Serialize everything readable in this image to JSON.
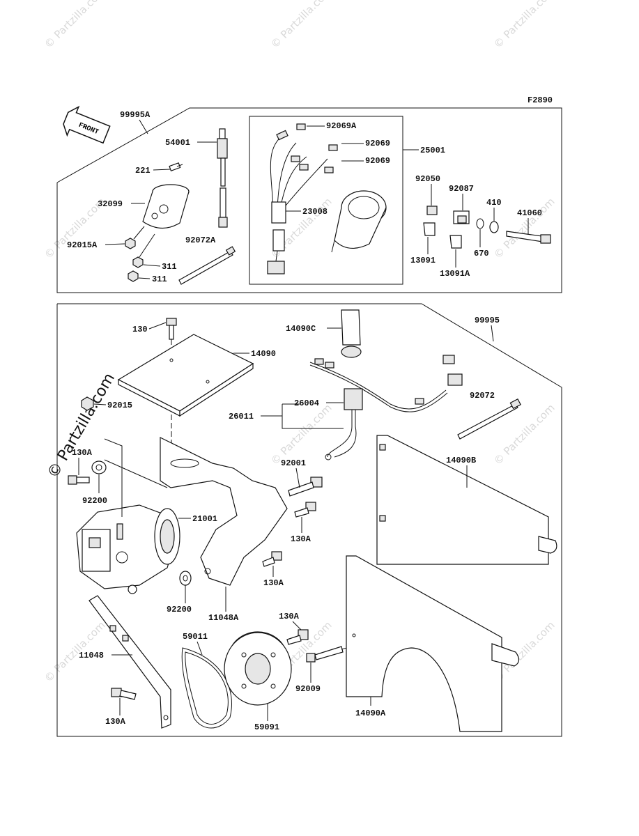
{
  "figure_code": "F2890",
  "front_label": "FRONT",
  "watermark": "© Partzilla.com",
  "groups": {
    "upper_kit": "99995A",
    "lower_kit": "99995"
  },
  "labels": {
    "p54001": "54001",
    "p221": "221",
    "p32099": "32099",
    "p92015A": "92015A",
    "p311a": "311",
    "p311b": "311",
    "p92072A": "92072A",
    "p92069A": "92069A",
    "p92069a": "92069",
    "p92069b": "92069",
    "p25001": "25001",
    "p23008": "23008",
    "p92050": "92050",
    "p92087": "92087",
    "p410": "410",
    "p41060": "41060",
    "p13091": "13091",
    "p13091A": "13091A",
    "p670": "670",
    "p130top": "130",
    "p14090C": "14090C",
    "p14090": "14090",
    "p92015": "92015",
    "p26004": "26004",
    "p26011": "26011",
    "p92072": "92072",
    "p130A_1": "130A",
    "p92200_1": "92200",
    "p92001": "92001",
    "p14090B": "14090B",
    "p21001": "21001",
    "p130A_2": "130A",
    "p130A_3": "130A",
    "p92200_2": "92200",
    "p11048A": "11048A",
    "p130A_4": "130A",
    "p59011": "59011",
    "p11048": "11048",
    "p92009": "92009",
    "p130A_5": "130A",
    "p59091": "59091",
    "p14090A": "14090A"
  }
}
